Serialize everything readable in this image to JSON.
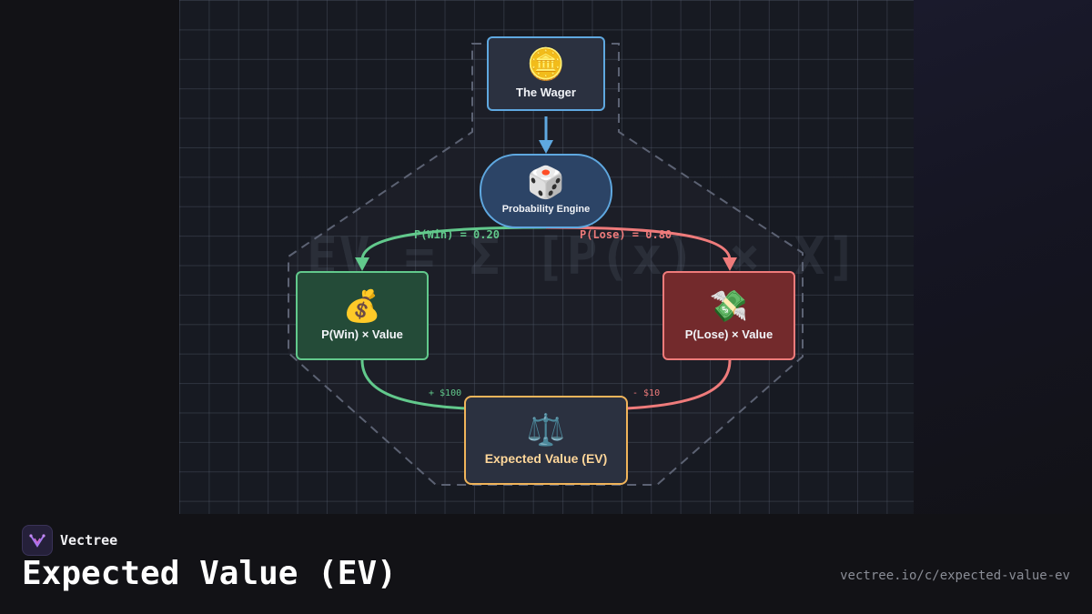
{
  "diagram": {
    "watermark": "EV = Σ [P(x) × X]",
    "nodes": {
      "wager": {
        "icon": "coin-stack-icon",
        "emoji": "🪙",
        "label": "The Wager"
      },
      "engine": {
        "icon": "dice-icon",
        "emoji": "🎲",
        "label": "Probability Engine"
      },
      "win": {
        "icon": "money-bag-icon",
        "emoji": "💰",
        "label": "P(Win) × Value"
      },
      "lose": {
        "icon": "flying-money-icon",
        "emoji": "💸",
        "label": "P(Lose) × Value"
      },
      "ev": {
        "icon": "balance-scale-icon",
        "emoji": "⚖️",
        "label": "Expected Value (EV)"
      }
    },
    "edges": {
      "win_prob": "P(Win) = 0.20",
      "lose_prob": "P(Lose) = 0.80",
      "win_value": "+ $100",
      "lose_value": "- $10"
    },
    "colors": {
      "win": "#62c98c",
      "lose": "#ef7b7b",
      "wager": "#5fa8e0",
      "ev": "#f0b45a",
      "outline": "#5c6273"
    }
  },
  "footer": {
    "brand": "Vectree",
    "title": "Expected Value (EV)",
    "url": "vectree.io/c/expected-value-ev"
  }
}
